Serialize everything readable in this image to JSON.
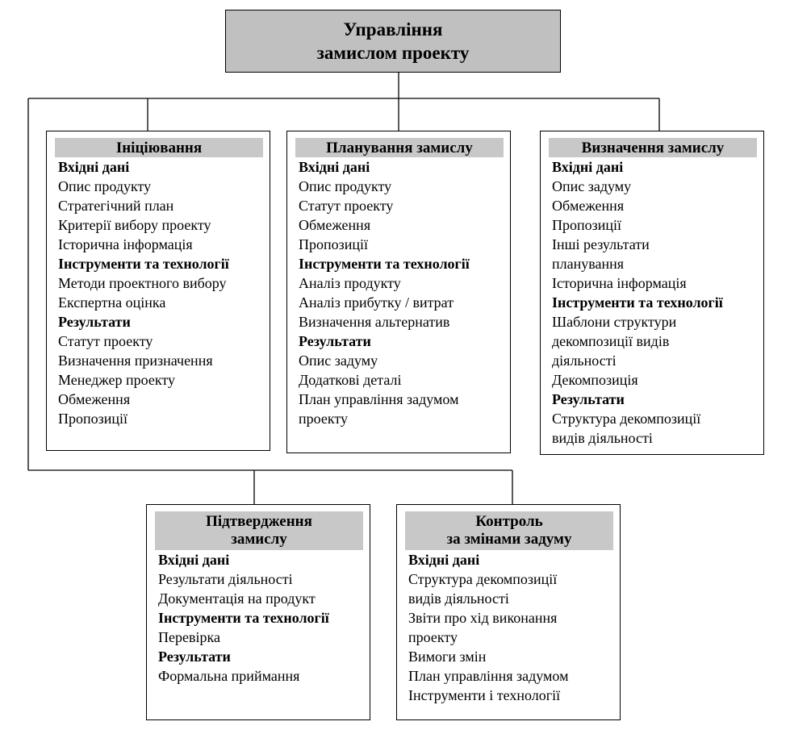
{
  "root": {
    "title_line1": "Управління",
    "title_line2": "замислом проекту"
  },
  "boxes": {
    "initiation": {
      "title": "Ініціювання",
      "inputs_header": "Вхідні дані",
      "inputs": [
        "Опис продукту",
        "Стратегічний план",
        "Критерії вибору проекту",
        "Історична інформація"
      ],
      "tools_header": "Інструменти та технології",
      "tools": [
        "Методи проектного вибору",
        "Експертна оцінка"
      ],
      "results_header": "Результати",
      "results": [
        "Статут проекту",
        "Визначення призначення",
        "Менеджер проекту",
        "Обмеження",
        "Пропозиції"
      ]
    },
    "planning": {
      "title": "Планування замислу",
      "inputs_header": "Вхідні дані",
      "inputs": [
        "Опис продукту",
        "Статут проекту",
        "Обмеження",
        "Пропозиції"
      ],
      "tools_header": "Інструменти та технології",
      "tools": [
        "Аналіз продукту",
        "Аналіз прибутку / витрат",
        "Визначення альтернатив"
      ],
      "results_header": "Результати",
      "results": [
        "Опис задуму",
        "Додаткові деталі",
        "План управління задумом",
        "проекту"
      ]
    },
    "definition": {
      "title": "Визначення замислу",
      "inputs_header": "Вхідні дані",
      "inputs": [
        "Опис задуму",
        "Обмеження",
        "Пропозиції",
        "Інші результати",
        "планування",
        "Історична інформація"
      ],
      "tools_header": "Інструменти та технології",
      "tools": [
        "Шаблони структури",
        "декомпозиції видів",
        "діяльності",
        "Декомпозиція"
      ],
      "results_header": "Результати",
      "results": [
        "Структура декомпозиції",
        "видів діяльності"
      ]
    },
    "verification": {
      "title_line1": "Підтвердження",
      "title_line2": "замислу",
      "inputs_header": "Вхідні дані",
      "inputs": [
        "Результати діяльності",
        "Документація на продукт"
      ],
      "tools_header": "Інструменти та технології",
      "tools": [
        "Перевірка"
      ],
      "results_header": "Результати",
      "results": [
        "Формальна приймання"
      ]
    },
    "change_control": {
      "title_line1": "Контроль",
      "title_line2": "за змінами задуму",
      "inputs_header": "Вхідні дані",
      "inputs": [
        "Структура декомпозиції",
        "видів діяльності",
        "Звіти про хід виконання",
        "проекту",
        "Вимоги змін",
        "План управління задумом",
        "Інструменти і технології"
      ]
    }
  }
}
